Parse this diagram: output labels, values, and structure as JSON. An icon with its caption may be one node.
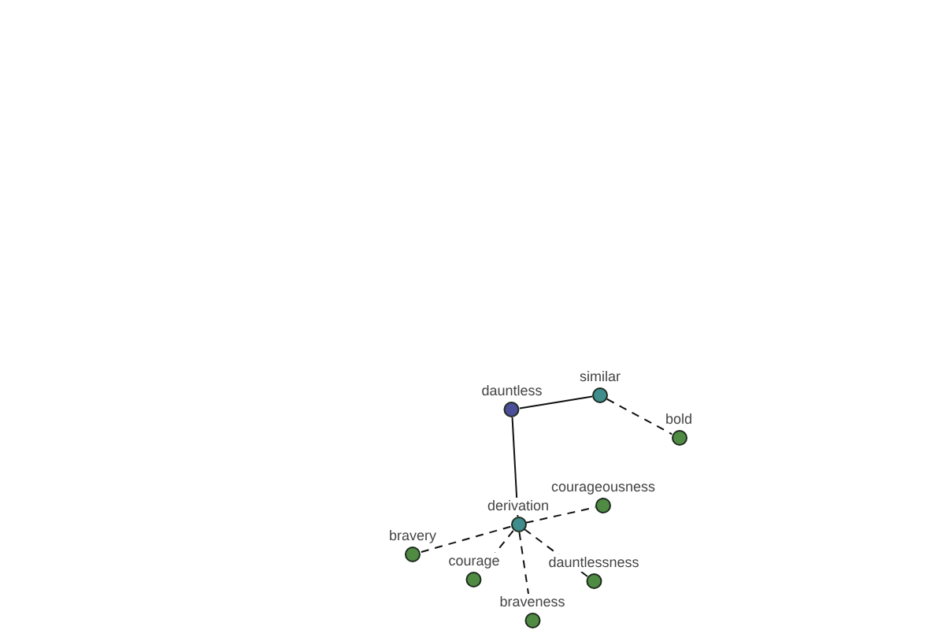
{
  "diagram": {
    "nodes": [
      {
        "text": [
          "dauntless"
        ]
      },
      {
        "text": [
          "similar"
        ]
      },
      {
        "text": [
          "bold"
        ]
      },
      {
        "text": [
          "derivation"
        ]
      },
      {
        "text": [
          "courageousness"
        ]
      },
      {
        "text": [
          "bravery"
        ]
      },
      {
        "text": [
          "courage"
        ]
      },
      {
        "text": [
          "dauntlessness"
        ]
      },
      {
        "text": [
          "braveness"
        ]
      }
    ],
    "edges": [
      {
        "from": 0,
        "to": 1,
        "arrow": "none"
      },
      {
        "from": 1,
        "to": 2,
        "arrow": "none",
        "style": "dashed"
      },
      {
        "from": 0,
        "to": 3,
        "arrow": "none"
      },
      {
        "from": 3,
        "to": 4,
        "arrow": "none",
        "style": "dashed"
      },
      {
        "from": 3,
        "to": 5,
        "arrow": "none",
        "style": "dashed"
      },
      {
        "from": 3,
        "to": 6,
        "arrow": "none",
        "style": "dashed"
      },
      {
        "from": 3,
        "to": 7,
        "arrow": "none",
        "style": "dashed"
      },
      {
        "from": 3,
        "to": 8,
        "arrow": "none",
        "style": "dashed"
      }
    ]
  }
}
